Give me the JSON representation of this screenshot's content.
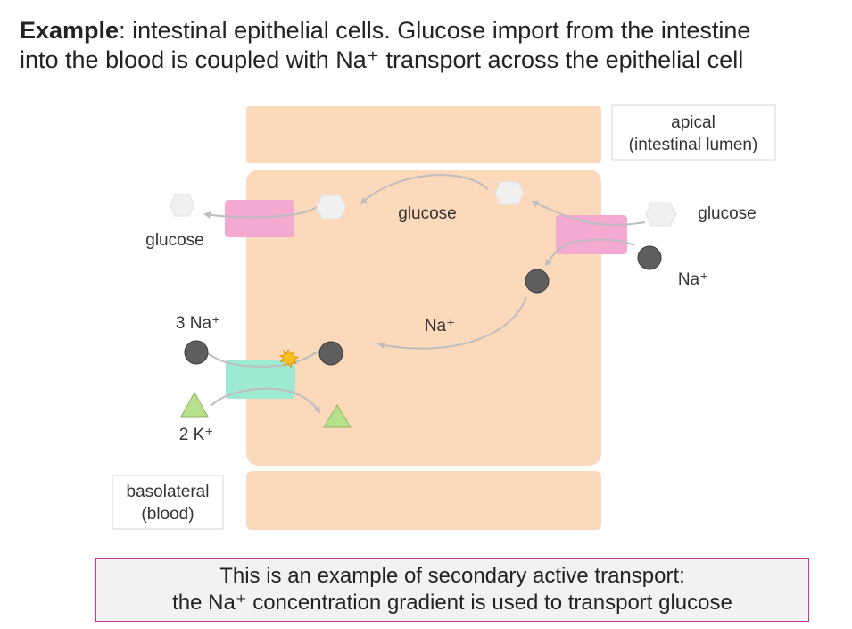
{
  "title": {
    "bold": "Example",
    "rest_line1": ": intestinal epithelial cells. Glucose import from the intestine",
    "line2": "into the blood is coupled with Na⁺ transport across the epithelial cell"
  },
  "labels": {
    "apical_line1": "apical",
    "apical_line2": "(intestinal lumen)",
    "basolateral_line1": "basolateral",
    "basolateral_line2": "(blood)",
    "glucose_left": "glucose",
    "glucose_center": "glucose",
    "glucose_right": "glucose",
    "na_right": "Na⁺",
    "na_center": "Na⁺",
    "three_na": "3 Na⁺",
    "two_k": "2 K⁺"
  },
  "note": {
    "line1": "This is an example of secondary active transport:",
    "line2": "the Na⁺ concentration gradient is used to transport glucose"
  },
  "colors": {
    "cell": "#fdd9bb",
    "glucose_transporter": "#f4a9d3",
    "na_k_pump": "#9ee9d2",
    "sodium": "#5e5e5e",
    "potassium": "#b6e08c",
    "glucose": "#f0f0f0",
    "atp_burst": "#f5c21a",
    "arrow": "#bdbdbd",
    "note_border": "#c0399a"
  },
  "icons": {
    "glucose": "hexagon",
    "sodium": "circle",
    "potassium": "triangle",
    "atp": "starburst"
  }
}
